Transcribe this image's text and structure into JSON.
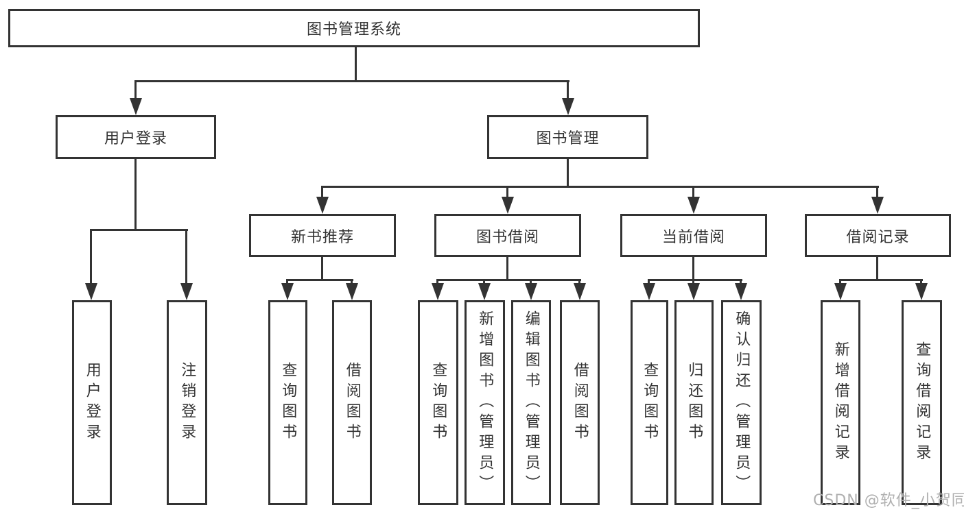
{
  "diagram": {
    "root": {
      "label": "图书管理系统"
    },
    "level2": [
      {
        "label": "用户登录"
      },
      {
        "label": "图书管理"
      }
    ],
    "level3": [
      {
        "label": "新书推荐"
      },
      {
        "label": "图书借阅"
      },
      {
        "label": "当前借阅"
      },
      {
        "label": "借阅记录"
      }
    ],
    "leaves": {
      "user_login": [
        "用户登录",
        "注销登录"
      ],
      "new_book_recommend": [
        "查询图书",
        "借阅图书"
      ],
      "book_borrow": [
        "查询图书",
        "新增图书（管理员）",
        "编辑图书（管理员）",
        "借阅图书"
      ],
      "current_borrow": [
        "查询图书",
        "归还图书",
        "确认归还（管理员）"
      ],
      "borrow_record": [
        "新增借阅记录",
        "查询借阅记录"
      ]
    },
    "watermark": "CSDN @软件_小贺同学",
    "colors": {
      "line": "#333333",
      "text": "#333333",
      "watermark": "#b0b0b0",
      "background": "#ffffff"
    }
  }
}
